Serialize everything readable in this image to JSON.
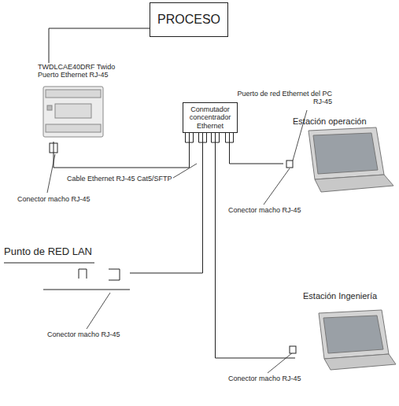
{
  "diagram": {
    "nodes": [
      {
        "text": [
          "PROCESO"
        ]
      },
      {
        "text": [
          "TWDLCAE40DRF Twido",
          "Puerto Ethernet RJ-45"
        ]
      },
      {
        "text": [
          "Conmutador concentrador Ethernet"
        ]
      },
      {
        "text": [
          "Estación operación"
        ]
      },
      {
        "text": [
          "Punto de RED LAN"
        ]
      },
      {
        "text": [
          "Estación Ingeniería"
        ]
      }
    ],
    "edges": [
      {
        "from": 0,
        "to": 1,
        "arrow": "none"
      },
      {
        "from": 2,
        "to": 1,
        "arrow": "none"
      },
      {
        "from": 2,
        "to": 3,
        "arrow": "none"
      },
      {
        "from": 2,
        "to": 4,
        "arrow": "none"
      },
      {
        "from": 2,
        "to": 5,
        "arrow": "none"
      }
    ],
    "labels": [
      "Cable Ethernet RJ-45 Cat5/SFTP",
      "Conector macho RJ-45",
      "Puerto de red Ethernet del PC RJ-45",
      "Conector macho RJ-45",
      "Conector macho RJ-45",
      "Conector macho RJ-45"
    ]
  }
}
